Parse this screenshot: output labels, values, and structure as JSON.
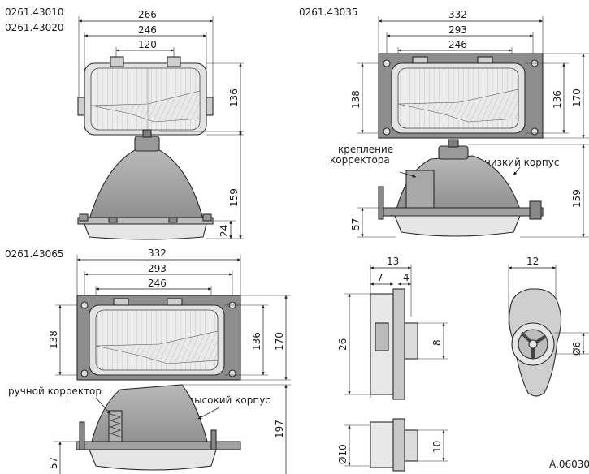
{
  "codes": {
    "a1": "0261.43010",
    "a2": "0261.43020",
    "b": "0261.43035",
    "c": "0261.43065",
    "ref": "A.06030"
  },
  "notes": {
    "mount_line1": "крепление",
    "mount_line2": "корректора",
    "low_body": "низкий корпус",
    "manual": "ручной корректор",
    "high_body": "высокий корпус"
  },
  "dims": {
    "a_266": "266",
    "a_246": "246",
    "a_120": "120",
    "a_136": "136",
    "a_159": "159",
    "a_24": "24",
    "b_332": "332",
    "b_293": "293",
    "b_246": "246",
    "b_138": "138",
    "b_136": "136",
    "b_170": "170",
    "b_159": "159",
    "b_57": "57",
    "c_332": "332",
    "c_293": "293",
    "c_246": "246",
    "c_138": "138",
    "c_136": "136",
    "c_170": "170",
    "c_197": "197",
    "c_57": "57",
    "d_13": "13",
    "d_7": "7",
    "d_4": "4",
    "d_26": "26",
    "d_8": "8",
    "d_10": "Ø10",
    "d_10b": "10",
    "e_12": "12",
    "e_6": "Ø6"
  }
}
